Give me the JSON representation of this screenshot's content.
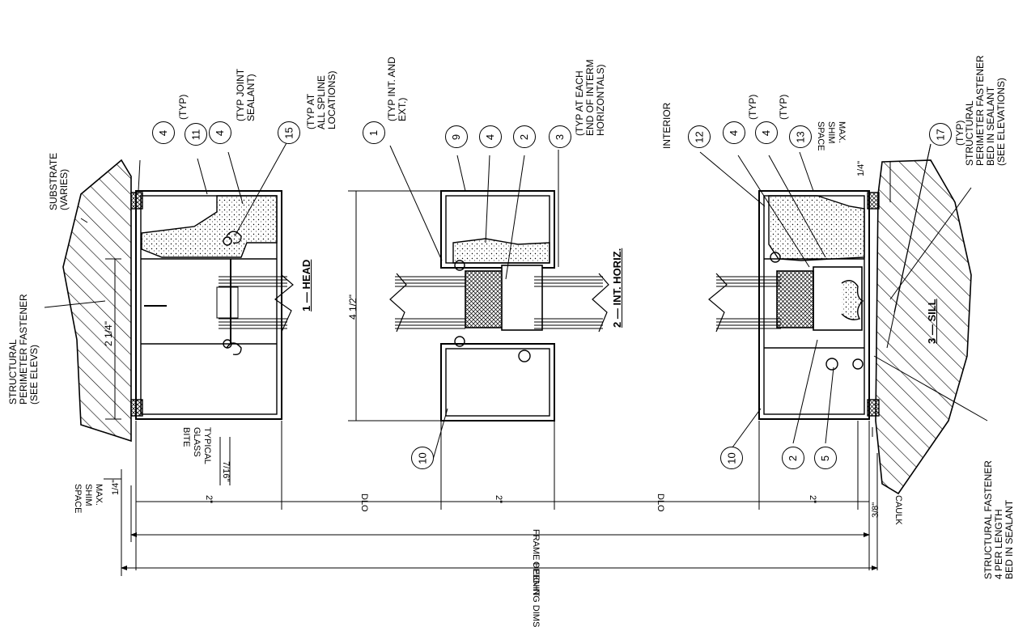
{
  "title_labels": {
    "head": "1 — HEAD",
    "horiz": "2 — INT. HORIZ.",
    "sill": "3 — SILL"
  },
  "callouts": {
    "structural_perimeter_fastener": "STRUCTURAL\nPERIMETER FASTENER\n(SEE ELEVS)",
    "substrate": "SUBSTRATE\n(VARIES)",
    "typ_4_head": "(TYP)",
    "typ_joint_sealant": "(TYP JOINT\nSEALANT)",
    "typ_all_spline": "(TYP AT\nALL SPLINE\nLOCATIONS)",
    "typ_int_ext": "(TYP INT. AND\nEXT.)",
    "typ_each_end": "(TYP AT EACH\nEND OF INTERM\nHORIZONTALS)",
    "interior": "INTERIOR",
    "typ_sill_a": "(TYP)",
    "typ_sill_b": "(TYP)",
    "typ_17": "(TYP)",
    "structural_perimeter_sill": "STRUCTURAL\nPERIMETER FASTENER\nBED IN SEALANT\n(SEE ELEVATIONS)",
    "structural_fastener_sill": "STRUCTURAL FASTENER\n4 PER LENGTH\nBED IN SEALANT",
    "typical_glass_bite": "TYPICAL\nGLASS\nBITE",
    "max_shim_space_left": "MAX.\nSHIM\nSPACE",
    "max_shim_space_right": "MAX.\nSHIM\nSPACE",
    "caulk": "CAULK"
  },
  "dimensions": {
    "head_depth": "2 1/4\"",
    "horiz_depth": "4 1/2\"",
    "glass_bite": "7/16\"",
    "shim_left": "1/4\"",
    "shim_right": "1/4\"",
    "frame_2_a": "2\"",
    "frame_2_b": "2\"",
    "frame_2_c": "2\"",
    "dlo_a": "DLO",
    "dlo_b": "DLO",
    "caulk_dim": "3/8\"",
    "frame_height": "FRAME HEIGHT",
    "opening_dims": "OPENING DIMS"
  },
  "balloons": [
    {
      "id": "b4a",
      "num": "4"
    },
    {
      "id": "b11",
      "num": "11"
    },
    {
      "id": "b4b",
      "num": "4"
    },
    {
      "id": "b15",
      "num": "15"
    },
    {
      "id": "b1",
      "num": "1"
    },
    {
      "id": "b9",
      "num": "9"
    },
    {
      "id": "b4c",
      "num": "4"
    },
    {
      "id": "b2a",
      "num": "2"
    },
    {
      "id": "b3",
      "num": "3"
    },
    {
      "id": "b12",
      "num": "12"
    },
    {
      "id": "b4d",
      "num": "4"
    },
    {
      "id": "b4e",
      "num": "4"
    },
    {
      "id": "b13",
      "num": "13"
    },
    {
      "id": "b17",
      "num": "17"
    },
    {
      "id": "b10a",
      "num": "10"
    },
    {
      "id": "b10b",
      "num": "10"
    },
    {
      "id": "b2b",
      "num": "2"
    },
    {
      "id": "b5",
      "num": "5"
    }
  ]
}
